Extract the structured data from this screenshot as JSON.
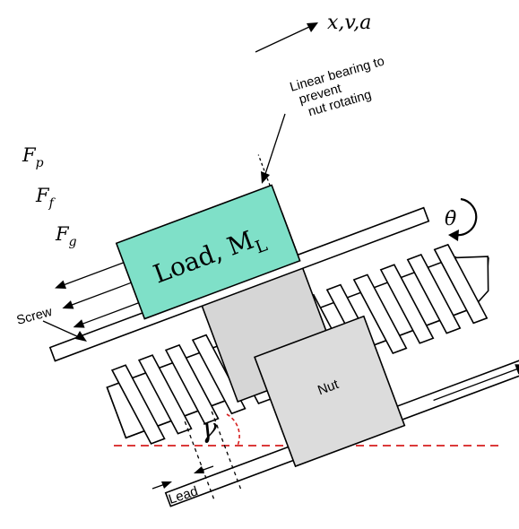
{
  "colors": {
    "load_fill": "#7fe0c8",
    "column_fill": "#d6d6d6",
    "nut_fill": "#dcdcdc",
    "bearing_fill": "#ffffff",
    "thread_fill": "#ffffff",
    "outline": "#000000",
    "reference_line": "#d61f1f"
  },
  "labels": {
    "motion": "x,v,a",
    "load": "Load, M",
    "load_subscript": "L",
    "bearing_line1": "Linear bearing to",
    "bearing_line2": "prevent",
    "bearing_line3": "nut rotating",
    "force_p": "F",
    "force_p_sub": "p",
    "force_f": "F",
    "force_f_sub": "f",
    "force_g": "F",
    "force_g_sub": "g",
    "theta_dot": "θ̇",
    "screw": "Screw",
    "nut": "Nut",
    "gamma": "γ",
    "lead": "Lead"
  }
}
